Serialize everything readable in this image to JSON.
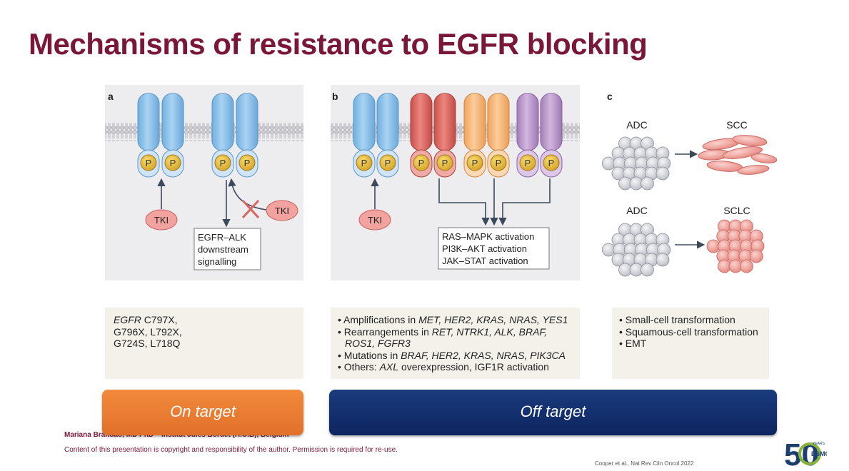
{
  "slide": {
    "title": "Mechanisms of resistance to EGFR blocking"
  },
  "panels": {
    "a": {
      "letter": "a",
      "p_label": "P",
      "tki_label": "TKI",
      "box_lines": [
        "EGFR–ALK",
        "downstream",
        "signalling"
      ]
    },
    "b": {
      "letter": "b",
      "p_label": "P",
      "tki_label": "TKI",
      "box_lines": [
        "RAS–MAPK activation",
        "PI3K–AKT activation",
        "JAK–STAT activation"
      ]
    },
    "c": {
      "letter": "c",
      "top_left": "ADC",
      "top_right": "SCC",
      "bottom_left": "ADC",
      "bottom_right": "SCLC"
    }
  },
  "captions": {
    "a": {
      "line1_gene": "EGFR",
      "line1_rest": " C797X,",
      "line2": "G796X, L792X,",
      "line3": "G724S, L718Q"
    },
    "b": {
      "bullet": "•",
      "amp_prefix": "Amplifications in ",
      "amp_genes": "MET, HER2, KRAS, NRAS, YES1",
      "rearr_prefix": "Rearrangements in ",
      "rearr_genes": "RET, NTRK1, ALK, BRAF,",
      "rearr_genes2": "ROS1, FGFR3",
      "mut_prefix": "Mutations in ",
      "mut_genes": "BRAF, HER2, KRAS, NRAS, PIK3CA",
      "others_prefix": "Others: ",
      "others_gene": "AXL",
      "others_rest": " overexpression, IGF1R activation"
    },
    "c": {
      "bullet": "•",
      "items": [
        "Small-cell transformation",
        "Squamous-cell transformation",
        "EMT"
      ]
    }
  },
  "labels": {
    "on_target": "On target",
    "off_target": "Off target"
  },
  "footer": {
    "author": "Mariana Brandão, MD PhD – Institut Jules Bordet (H.U.B), Belgium",
    "copyright": "Content of this presentation is copyright and responsibility of the author. Permission is required for re-use.",
    "citation": "Cooper et al., Nat Rev Clin Oncol.2022",
    "logo_text": "ESMO",
    "logo_years": "YEARS",
    "logo_number": "50"
  },
  "colors": {
    "title": "#7a1638",
    "egfr_blue": "#8ec2ea",
    "red_receptor": "#d9645e",
    "orange_receptor": "#f5b478",
    "purple_receptor": "#b895c9",
    "phospho_yellow": "#e8bf3c",
    "tki_pink": "#f2a3a0",
    "on_target": "#e97b30",
    "off_target": "#102b68"
  }
}
